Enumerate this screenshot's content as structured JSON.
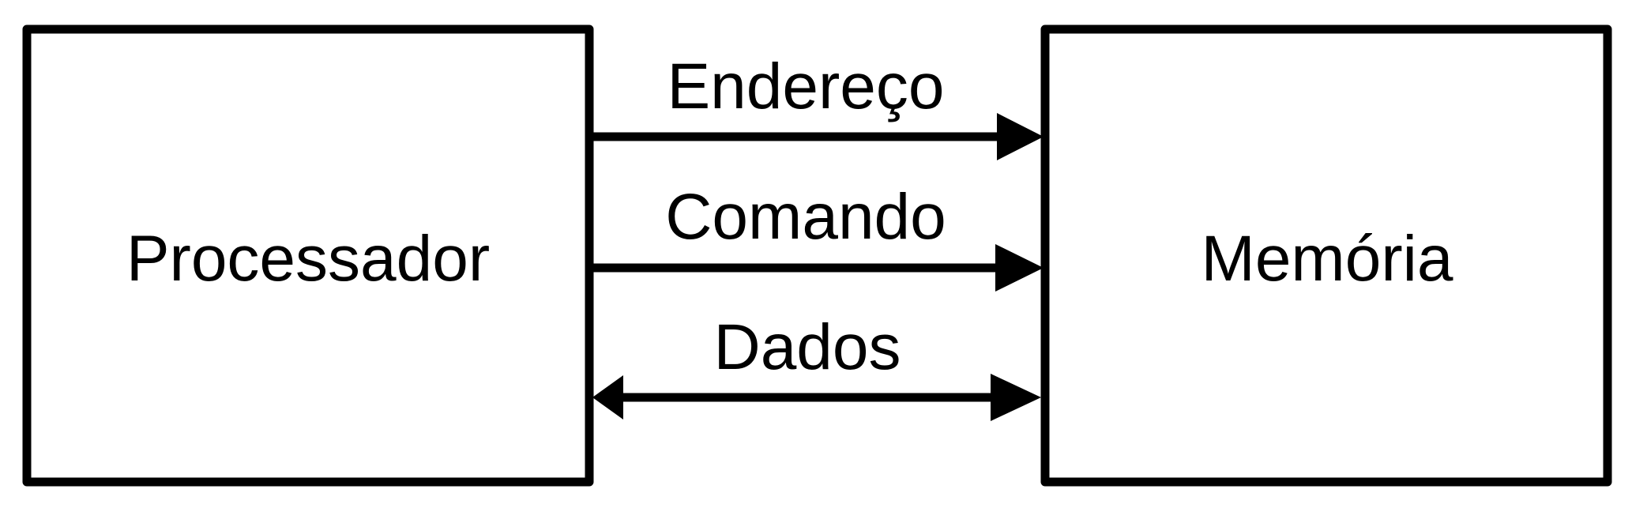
{
  "diagram": {
    "processor_label": "Processador",
    "memory_label": "Memória",
    "signals": [
      {
        "label": "Endereço",
        "direction": "processor-to-memory"
      },
      {
        "label": "Comando",
        "direction": "processor-to-memory"
      },
      {
        "label": "Dados",
        "direction": "bidirectional"
      }
    ],
    "colors": {
      "stroke": "#000000",
      "background": "#ffffff"
    }
  }
}
